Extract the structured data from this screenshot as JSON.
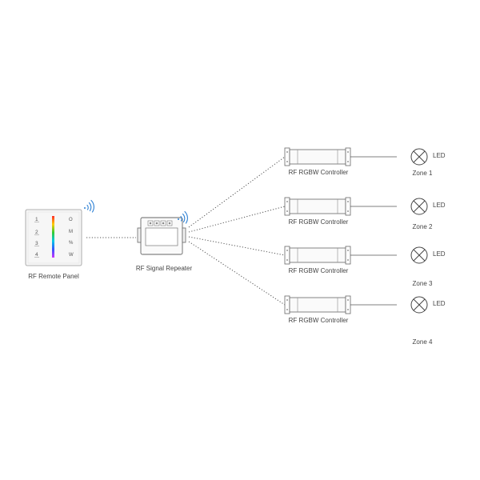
{
  "remote": {
    "label": "RF Remote Panel",
    "zone_numbers": [
      "1",
      "2",
      "3",
      "4"
    ],
    "right_keys": [
      "O",
      "M",
      "%",
      "W"
    ]
  },
  "repeater": {
    "label": "RF Signal Repeater"
  },
  "controllers": [
    {
      "label": "RF RGBW Controller",
      "led_label": "LED",
      "zone_label": "Zone 1"
    },
    {
      "label": "RF RGBW Controller",
      "led_label": "LED",
      "zone_label": "Zone 2"
    },
    {
      "label": "RF RGBW Controller",
      "led_label": "LED",
      "zone_label": "Zone 3"
    },
    {
      "label": "RF RGBW Controller",
      "led_label": "LED",
      "zone_label": "Zone 4"
    }
  ],
  "colors": {
    "line": "#555555",
    "outline": "#666666",
    "wifi": "#2a7fd4",
    "panel_bg": "#f6f6f6"
  }
}
